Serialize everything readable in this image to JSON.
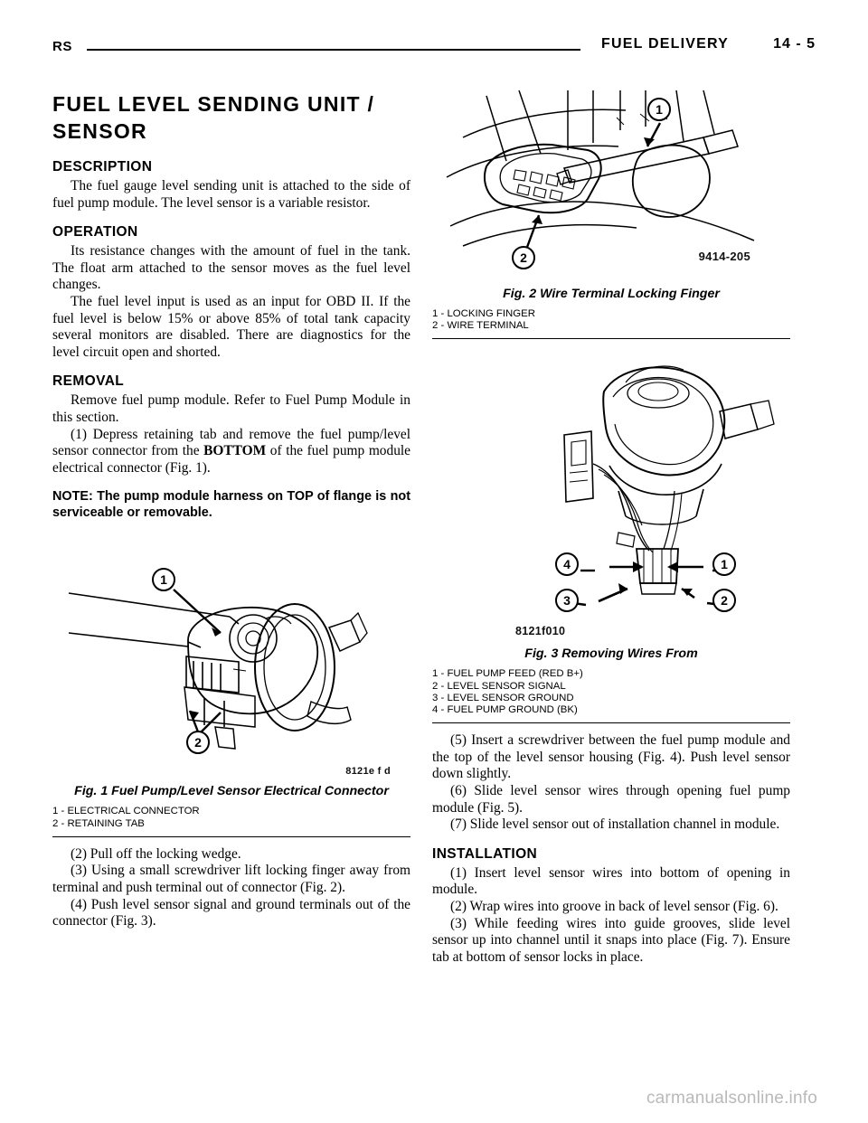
{
  "header": {
    "left_code": "RS",
    "section_title": "FUEL DELIVERY",
    "page_number": "14 - 5"
  },
  "left_column": {
    "title": "FUEL LEVEL SENDING UNIT / SENSOR",
    "sections": [
      {
        "heading": "DESCRIPTION",
        "paragraphs": [
          "The fuel gauge level sending unit is attached to the side of fuel pump module. The level sensor is a variable resistor."
        ]
      },
      {
        "heading": "OPERATION",
        "paragraphs": [
          "Its resistance changes with the amount of fuel in the tank. The float arm attached to the sensor moves as the fuel level changes.",
          "The fuel level input is used as an input for OBD II. If the fuel level is below 15% or above 85% of total tank capacity several monitors are disabled. There are diagnostics for the level circuit open and shorted."
        ]
      },
      {
        "heading": "REMOVAL",
        "paragraphs": [
          "Remove fuel pump module. Refer to Fuel Pump Module in this section."
        ],
        "steps": [
          "(1) Depress retaining tab and remove the fuel pump/level sensor connector from the BOTTOM of the fuel pump module electrical connector (Fig. 1)."
        ]
      }
    ],
    "note": "NOTE: The pump module harness on TOP of flange is not serviceable or removable.",
    "steps_after_fig1": [
      "(2) Pull off the locking wedge.",
      "(3) Using a small screwdriver lift locking finger away from terminal and push terminal out of connector (Fig. 2).",
      "(4) Push level sensor signal and ground terminals out of the connector (Fig. 3)."
    ]
  },
  "right_column": {
    "steps_after_fig3": [
      "(5) Insert a screwdriver between the fuel pump module and the top of the level sensor housing (Fig. 4). Push level sensor down slightly.",
      "(6) Slide level sensor wires through opening fuel pump module (Fig. 5).",
      "(7) Slide level sensor out of installation channel in module."
    ],
    "installation": {
      "heading": "INSTALLATION",
      "steps": [
        "(1) Insert level sensor wires into bottom of opening in module.",
        "(2) Wrap wires into groove in back of level sensor (Fig. 6).",
        "(3) While feeding wires into guide grooves, slide level sensor up into channel until it snaps into place (Fig. 7). Ensure tab at bottom of sensor locks in place."
      ]
    }
  },
  "figures": {
    "fig1": {
      "caption": "Fig. 1 Fuel Pump/Level Sensor Electrical Connector",
      "art_code": "8121e f d",
      "callouts": [
        "1",
        "2"
      ],
      "legend": [
        "1 - ELECTRICAL CONNECTOR",
        "2 - RETAINING TAB"
      ]
    },
    "fig2": {
      "caption": "Fig. 2 Wire Terminal Locking Finger",
      "art_code": "9414-205",
      "callouts": [
        "1",
        "2"
      ],
      "legend": [
        "1 - LOCKING FINGER",
        "2 - WIRE TERMINAL"
      ]
    },
    "fig3": {
      "caption": "Fig. 3 Removing Wires From",
      "art_code": "8121f010",
      "callouts": [
        "1",
        "2",
        "3",
        "4"
      ],
      "legend": [
        "1 - FUEL PUMP FEED (RED B+)",
        "2 - LEVEL SENSOR SIGNAL",
        "3 - LEVEL SENSOR GROUND",
        "4 - FUEL PUMP GROUND (BK)"
      ]
    }
  },
  "footer": {
    "watermark": "carmanualsonline.info"
  }
}
